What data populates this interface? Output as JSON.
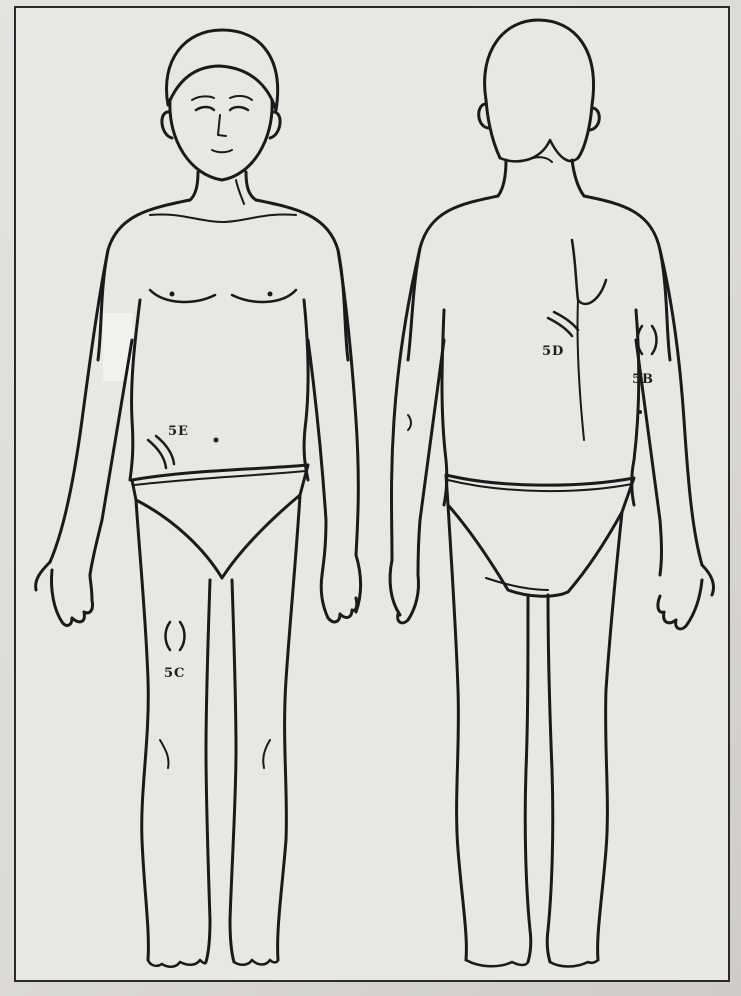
{
  "labels": {
    "front_abdomen": "5E",
    "front_thigh": "5C",
    "back_scapula": "5D",
    "back_arm": "5B"
  },
  "colors": {
    "line": "#1a1a1a",
    "paper": "#e8e7e4",
    "frame": "#2a2a2a"
  }
}
